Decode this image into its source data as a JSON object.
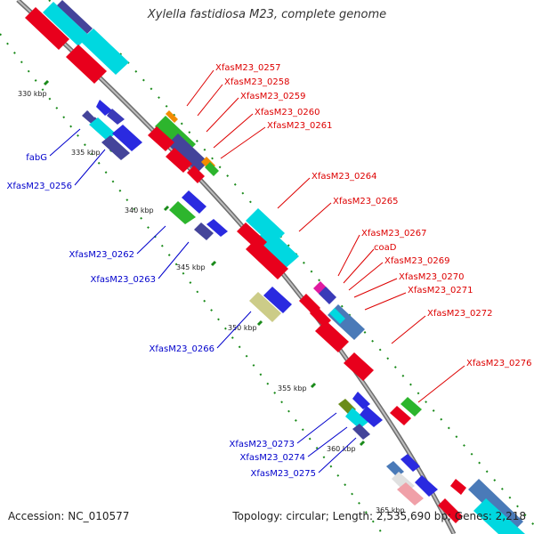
{
  "title": "Xylella fastidiosa M23, complete genome",
  "accession": "Accession: NC_010577",
  "topology": "Topology: circular; Length: 2,535,690 bp; Genes: 2,218",
  "colors": {
    "backbone": "#888888",
    "tick": "#1a8a1a",
    "forward_label": "#dd0000",
    "reverse_label": "#0000cc"
  },
  "kbp_labels": [
    "330 kbp",
    "335 kbp",
    "340 kbp",
    "345 kbp",
    "350 kbp",
    "355 kbp",
    "360 kbp",
    "365 kbp"
  ],
  "forward_genes": [
    "XfasM23_0257",
    "XfasM23_0258",
    "XfasM23_0259",
    "XfasM23_0260",
    "XfasM23_0261",
    "XfasM23_0264",
    "XfasM23_0265",
    "XfasM23_0267",
    "coaD",
    "XfasM23_0269",
    "XfasM23_0270",
    "XfasM23_0271",
    "XfasM23_0272",
    "XfasM23_0276"
  ],
  "reverse_genes": [
    "fabG",
    "XfasM23_0256",
    "XfasM23_0262",
    "XfasM23_0263",
    "XfasM23_0266",
    "XfasM23_0273",
    "XfasM23_0274",
    "XfasM23_0275"
  ]
}
